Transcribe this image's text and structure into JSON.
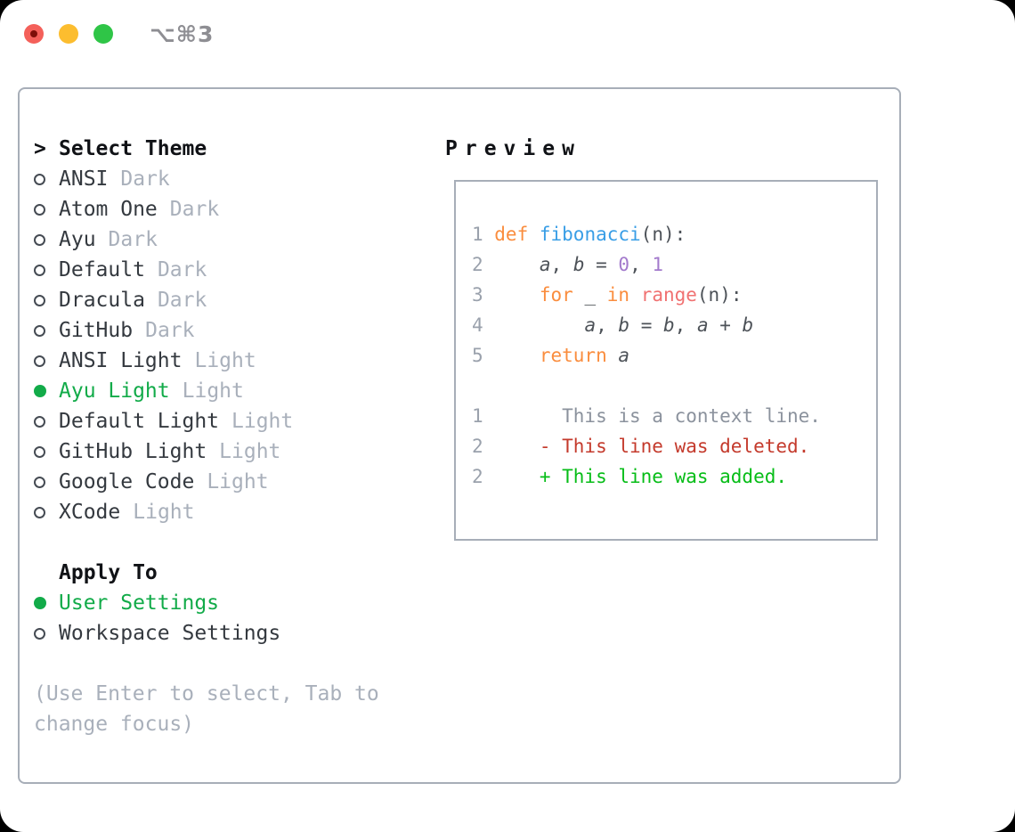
{
  "window": {
    "title": "⌥⌘3",
    "buttons": {
      "close": "close",
      "minimize": "minimize",
      "zoom": "zoom"
    }
  },
  "colors": {
    "accent-green": "#12ab49",
    "keyword": "#fa8d3e",
    "function": "#399ee6",
    "number": "#a37acc",
    "builtin": "#f07171",
    "code-plain": "#4d5archive258",
    "context": "#8b929d",
    "deleted": "#c43a2c",
    "added": "#06bd17",
    "lineno": "#9aa1ac",
    "muted": "#a9b0bb",
    "text": "#34393f",
    "border": "#a7aeb8"
  },
  "selector": {
    "title_prefix": ">",
    "title": "Select Theme",
    "themes": [
      {
        "name": "ANSI",
        "variant": "Dark",
        "selected": false
      },
      {
        "name": "Atom One",
        "variant": "Dark",
        "selected": false
      },
      {
        "name": "Ayu",
        "variant": "Dark",
        "selected": false
      },
      {
        "name": "Default",
        "variant": "Dark",
        "selected": false
      },
      {
        "name": "Dracula",
        "variant": "Dark",
        "selected": false
      },
      {
        "name": "GitHub",
        "variant": "Dark",
        "selected": false
      },
      {
        "name": "ANSI Light",
        "variant": "Light",
        "selected": false
      },
      {
        "name": "Ayu Light",
        "variant": "Light",
        "selected": true
      },
      {
        "name": "Default Light",
        "variant": "Light",
        "selected": false
      },
      {
        "name": "GitHub Light",
        "variant": "Light",
        "selected": false
      },
      {
        "name": "Google Code",
        "variant": "Light",
        "selected": false
      },
      {
        "name": "XCode",
        "variant": "Light",
        "selected": false
      }
    ],
    "apply_to": {
      "label": "Apply To",
      "options": [
        {
          "name": "User Settings",
          "selected": true
        },
        {
          "name": "Workspace Settings",
          "selected": false
        }
      ]
    },
    "hint": "(Use Enter to select, Tab to change focus)"
  },
  "preview": {
    "label": "Preview",
    "lines": [
      {
        "num": "1",
        "segments": [
          {
            "t": "def",
            "c": "keyword"
          },
          {
            "t": " "
          },
          {
            "t": "fibonacci",
            "c": "function"
          },
          {
            "t": "(n):"
          }
        ]
      },
      {
        "num": "2",
        "segments": [
          {
            "t": "    "
          },
          {
            "t": "a",
            "i": true
          },
          {
            "t": ", "
          },
          {
            "t": "b",
            "i": true
          },
          {
            "t": " = "
          },
          {
            "t": "0",
            "c": "number"
          },
          {
            "t": ", "
          },
          {
            "t": "1",
            "c": "number"
          }
        ]
      },
      {
        "num": "3",
        "segments": [
          {
            "t": "    "
          },
          {
            "t": "for",
            "c": "keyword"
          },
          {
            "t": " _ "
          },
          {
            "t": "in",
            "c": "keyword"
          },
          {
            "t": " "
          },
          {
            "t": "range",
            "c": "builtin"
          },
          {
            "t": "(n):"
          }
        ]
      },
      {
        "num": "4",
        "segments": [
          {
            "t": "        "
          },
          {
            "t": "a",
            "i": true
          },
          {
            "t": ", "
          },
          {
            "t": "b",
            "i": true
          },
          {
            "t": " = "
          },
          {
            "t": "b",
            "i": true
          },
          {
            "t": ", "
          },
          {
            "t": "a",
            "i": true
          },
          {
            "t": " + "
          },
          {
            "t": "b",
            "i": true
          }
        ]
      },
      {
        "num": "5",
        "segments": [
          {
            "t": "    "
          },
          {
            "t": "return",
            "c": "keyword"
          },
          {
            "t": " "
          },
          {
            "t": "a",
            "i": true
          }
        ]
      },
      {
        "num": "",
        "segments": []
      },
      {
        "num": "1",
        "segments": [
          {
            "t": "      This is a context line.",
            "c": "context"
          }
        ]
      },
      {
        "num": "2",
        "segments": [
          {
            "t": "    - This line was deleted.",
            "c": "deleted"
          }
        ]
      },
      {
        "num": "2",
        "segments": [
          {
            "t": "    + This line was added.",
            "c": "added"
          }
        ]
      }
    ]
  }
}
